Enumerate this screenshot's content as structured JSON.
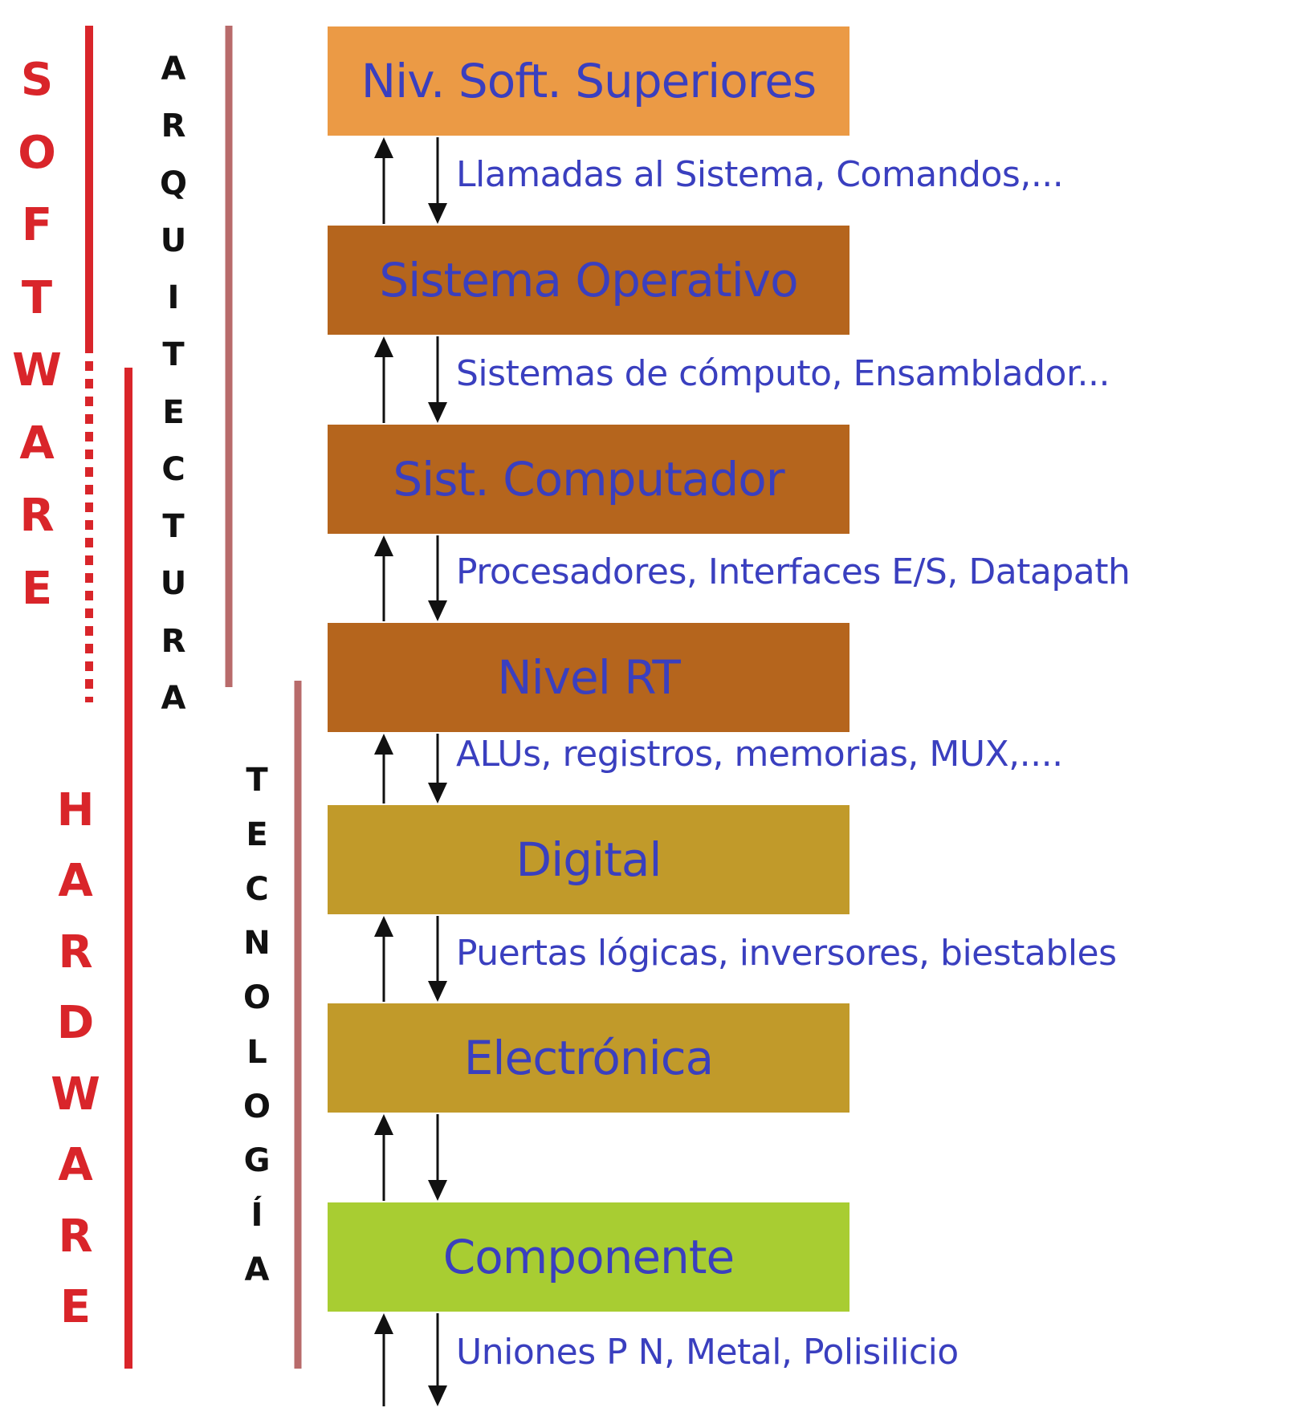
{
  "colors": {
    "software_hardware": "#d9252a",
    "arquitectura_tecnologia_bar": "#b86b6b",
    "label_text": "#3a3fbf",
    "letter_text": "#111111",
    "arrow": "#111111"
  },
  "side_labels": {
    "software": [
      "S",
      "O",
      "F",
      "T",
      "W",
      "A",
      "R",
      "E"
    ],
    "hardware": [
      "H",
      "A",
      "R",
      "D",
      "W",
      "A",
      "R",
      "E"
    ],
    "arquitectura": [
      "A",
      "R",
      "Q",
      "U",
      "I",
      "T",
      "E",
      "C",
      "T",
      "U",
      "R",
      "A"
    ],
    "tecnologia": [
      "T",
      "E",
      "C",
      "N",
      "O",
      "L",
      "O",
      "G",
      "Í",
      "A"
    ]
  },
  "levels": [
    {
      "label": "Niv. Soft. Superiores",
      "color": "#eb9a45"
    },
    {
      "label": "Sistema Operativo",
      "color": "#b5651d"
    },
    {
      "label": "Sist. Computador",
      "color": "#b5651d"
    },
    {
      "label": "Nivel RT",
      "color": "#b5651d"
    },
    {
      "label": "Digital",
      "color": "#c19a2a"
    },
    {
      "label": "Electrónica",
      "color": "#c19a2a"
    },
    {
      "label": "Componente",
      "color": "#a8cd32"
    }
  ],
  "interfaces": [
    "Llamadas al Sistema, Comandos,...",
    "Sistemas de cómputo, Ensamblador...",
    "Procesadores, Interfaces E/S, Datapath",
    "ALUs, registros, memorias, MUX,....",
    "Puertas lógicas, inversores, biestables",
    "",
    "Uniones P N, Metal, Polisilicio"
  ]
}
